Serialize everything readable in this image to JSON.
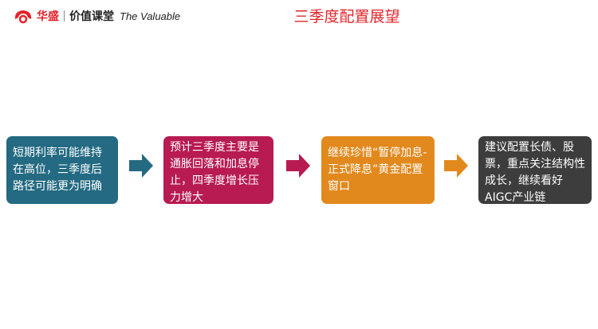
{
  "header": {
    "logo_brand": "华盛",
    "logo_sub": "价值课堂",
    "logo_en": "The Valuable",
    "title": "三季度配置展望"
  },
  "colors": {
    "step1": "#236a82",
    "step2": "#b81a52",
    "step3": "#e2891d",
    "step4": "#3d3d3d",
    "title": "#e0262c"
  },
  "steps": [
    {
      "text": "短期利率可能维持在高位，三季度后路径可能更为明确"
    },
    {
      "text": "预计三季度主要是通胀回落和加息停止，四季度增长压力增大"
    },
    {
      "text": "继续珍惜“暂停加息-正式降息”黄金配置窗口"
    },
    {
      "text": "建议配置长债、股票，重点关注结构性成长，继续看好AIGC产业链"
    }
  ]
}
